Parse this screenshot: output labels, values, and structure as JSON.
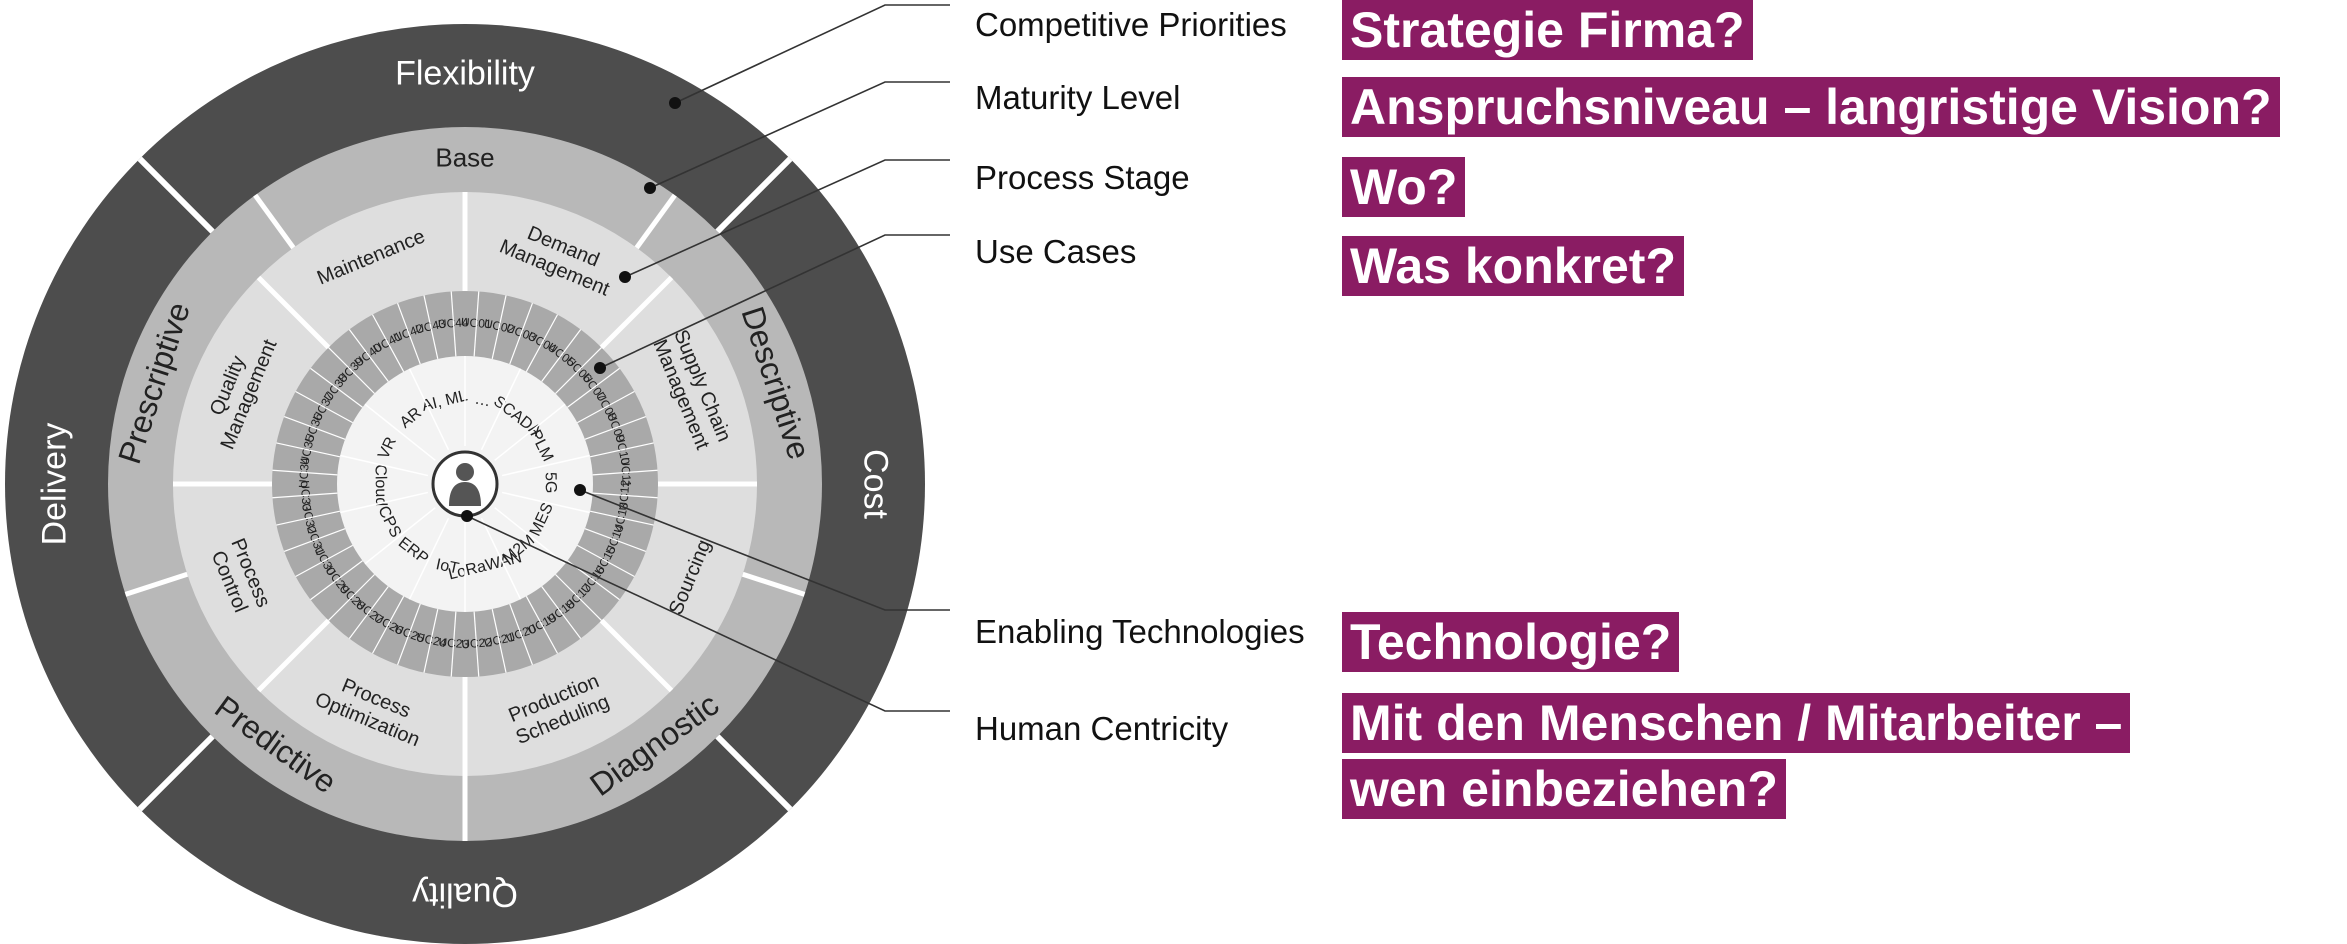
{
  "diagram": {
    "competitive_priorities": [
      "Flexibility",
      "Cost",
      "Quality",
      "Delivery"
    ],
    "maturity_levels": [
      "Base",
      "Descriptive",
      "Diagnostic",
      "Predictive",
      "Prescriptive"
    ],
    "process_stages": [
      "Demand Management",
      "Supply Chain Management",
      "Sourcing",
      "Production Scheduling",
      "Process Optimization",
      "Process Control",
      "Quality Management",
      "Maintenance"
    ],
    "use_cases": [
      "UC01",
      "UC02",
      "UC03",
      "UC04",
      "UC05",
      "UC06",
      "UC07",
      "UC08",
      "UC09",
      "UC10",
      "UC11",
      "UC12",
      "UC13",
      "UC14",
      "UC15",
      "UC16",
      "UC17",
      "UC18",
      "UC19",
      "UC20",
      "UC21",
      "UC22",
      "UC23",
      "UC24",
      "UC25",
      "UC26",
      "UC27",
      "UC28",
      "UC29",
      "UC30",
      "UC31",
      "UC32",
      "UC33",
      "UC34",
      "UC35",
      "UC36",
      "UC37",
      "UC38",
      "UC39",
      "UC40",
      "UC41",
      "UC42",
      "UC43",
      "UC44"
    ],
    "technologies": [
      "…",
      "SCADA",
      "PLM",
      "5G",
      "MES",
      "M2M",
      "LoRaWAN",
      "IoT",
      "ERP",
      "CPS",
      "Cloud",
      "VR",
      "AR",
      "AI, ML"
    ],
    "center_icon": "person-icon",
    "colors": {
      "outer_ring": "#4d4d4d",
      "maturity_ring": "#b8b8b8",
      "stage_ring": "#dedede",
      "usecase_ring": "#a9a9a9",
      "tech_disc": "#f3f3f3",
      "accent": "#8a1c63"
    }
  },
  "labels": {
    "competitive_priorities": "Competitive Priorities",
    "maturity_level": "Maturity Level",
    "process_stage": "Process Stage",
    "use_cases": "Use Cases",
    "enabling_technologies": "Enabling Technologies",
    "human_centricity": "Human Centricity"
  },
  "questions": {
    "strategy": "Strategie Firma?",
    "vision": "Anspruchsniveau – langristige Vision?",
    "where": "Wo?",
    "what": "Was konkret?",
    "technology": "Technologie?",
    "people_line1": "Mit den Menschen / Mitarbeiter –",
    "people_line2": "wen einbeziehen?"
  }
}
